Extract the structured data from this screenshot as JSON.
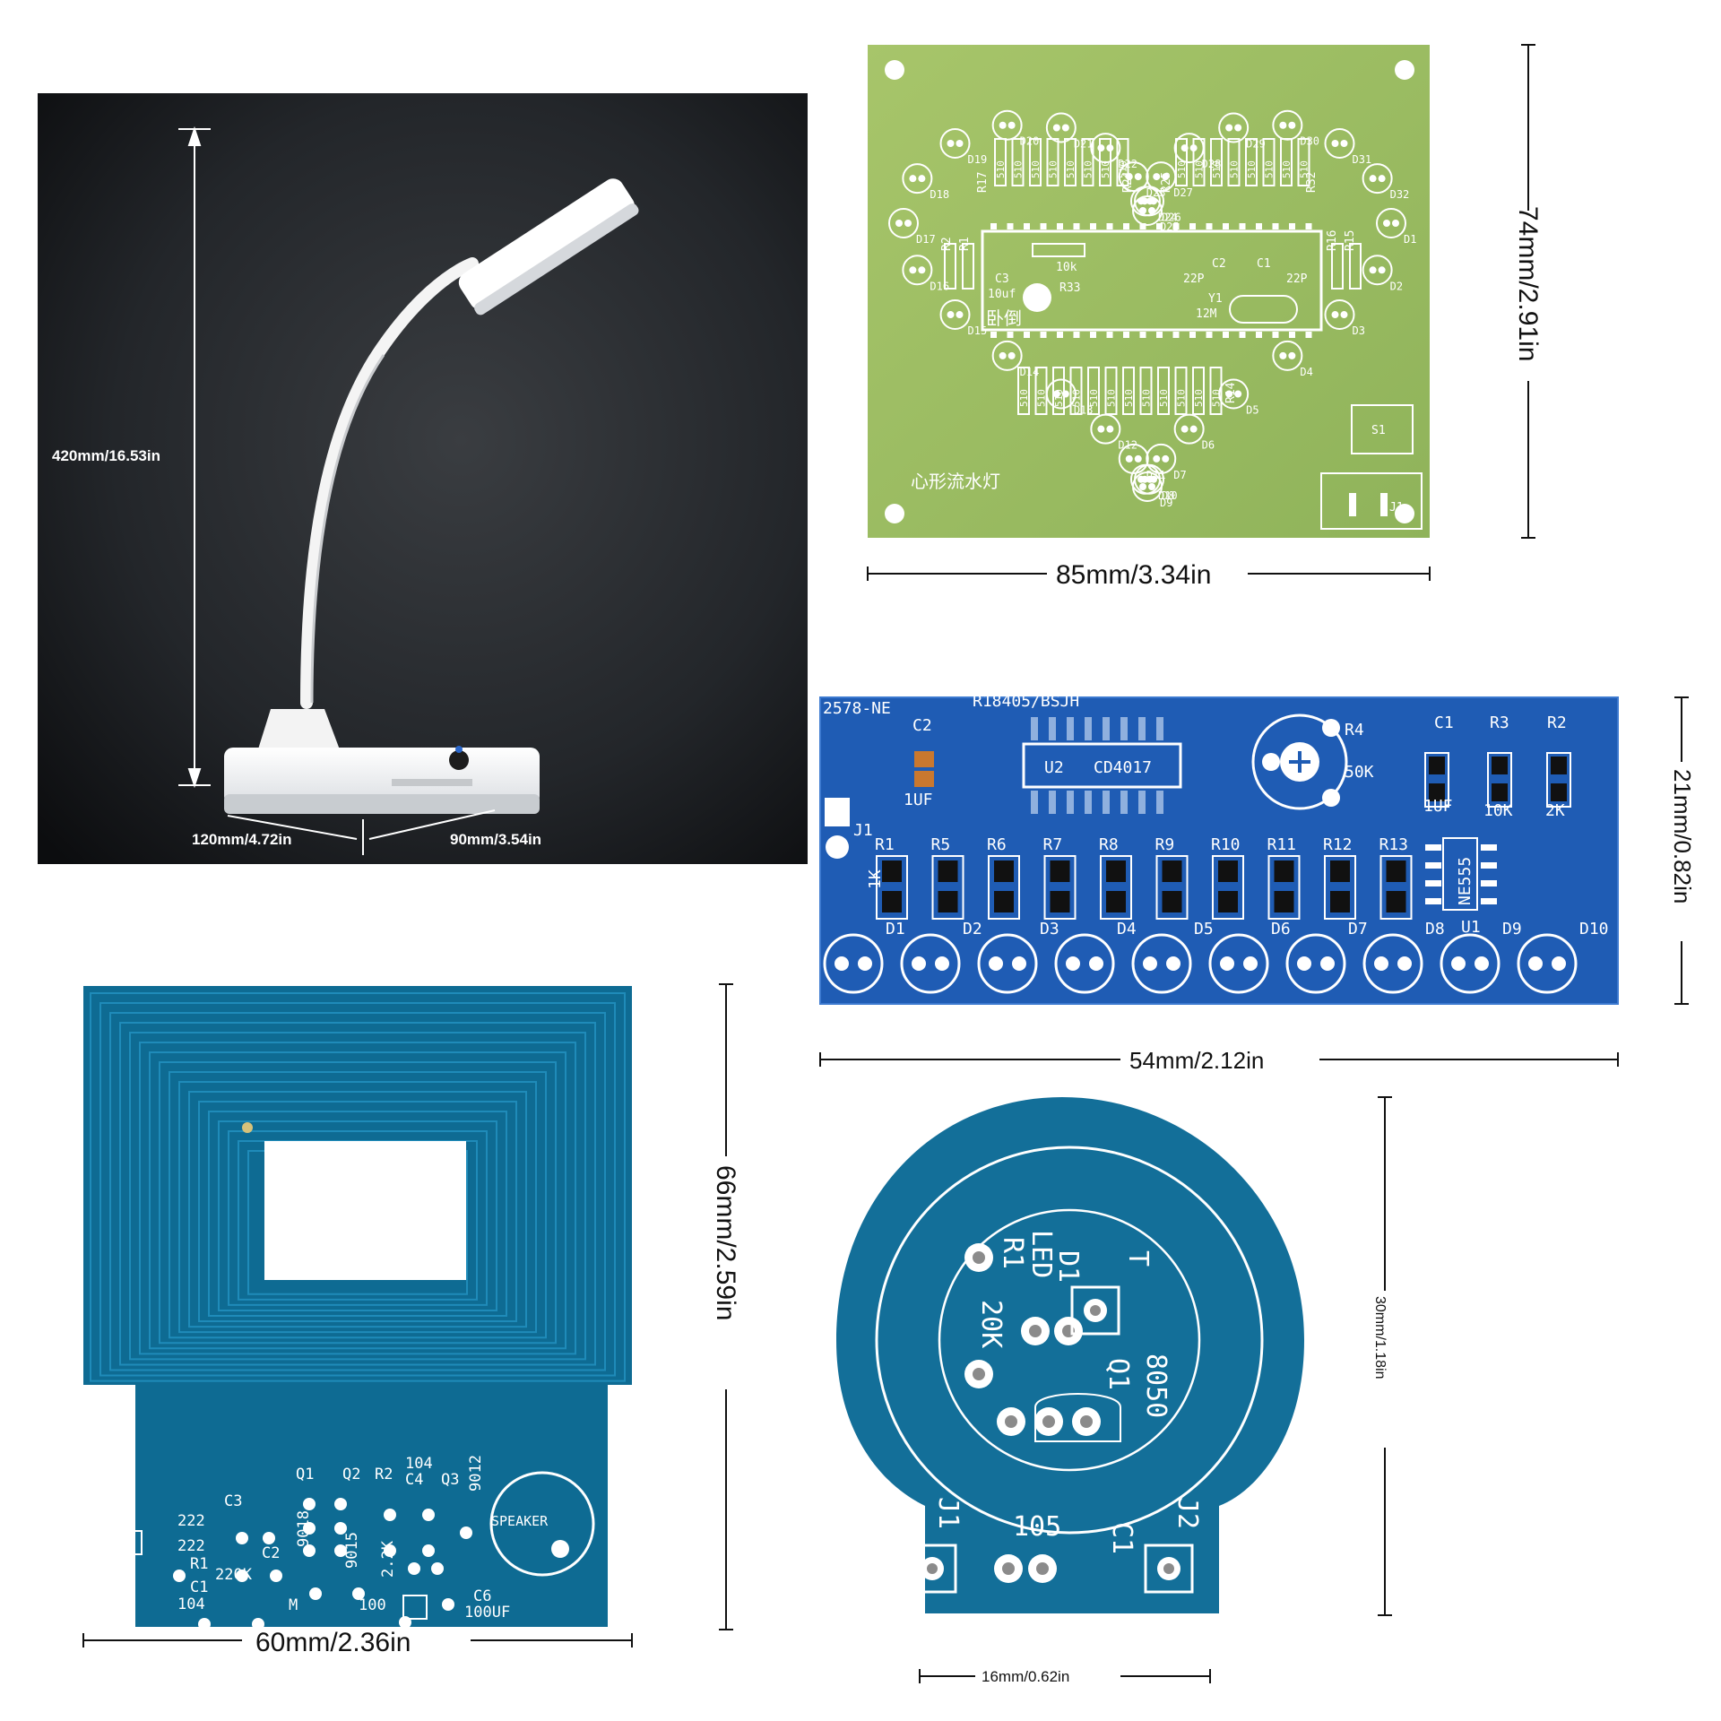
{
  "lamp": {
    "height_label": "420mm/16.53in",
    "depth_label": "120mm/4.72in",
    "width_label": "90mm/3.54in"
  },
  "heart_board": {
    "height_label": "74mm/2.91in",
    "width_label": "85mm/3.34in",
    "title_text": "心形流水灯",
    "flip_text": "卧倒",
    "diode_labels": [
      "D1",
      "D2",
      "D3",
      "D4",
      "D5",
      "D6",
      "D7",
      "D8",
      "D9",
      "D10",
      "D11",
      "D12",
      "D13",
      "D14",
      "D15",
      "D16",
      "D17",
      "D18",
      "D19",
      "D20",
      "D21",
      "D22",
      "D23",
      "D24",
      "D25",
      "D26",
      "D27",
      "D28",
      "D29",
      "D30",
      "D31",
      "D32"
    ],
    "labels": {
      "r17": "R17",
      "r24": "R24",
      "r25": "R25",
      "r32": "R32",
      "r2": "R2",
      "r1": "R1",
      "r16": "R16",
      "r15": "R15",
      "r14": "R14",
      "r33": "R33",
      "r33_val": "10k",
      "c3": "C3",
      "c3_val": "10uf",
      "c2": "C2",
      "c1": "C1",
      "c_val": "22P",
      "y1": "Y1",
      "y1_val": "12M",
      "s1": "S1",
      "j1": "J1",
      "res_val": "510"
    }
  },
  "led_bar_board": {
    "height_label": "21mm/0.82in",
    "width_label": "54mm/2.12in",
    "top_left_text": "2578-NE",
    "top_text": "R18405/BSJH",
    "u2": "U2",
    "chip": "CD4017",
    "r4": "R4",
    "r4_val": "50K",
    "c2": "C2",
    "c2_val": "1UF",
    "c1": "C1",
    "c1_val": "1UF",
    "r3": "R3",
    "r3_val": "10K",
    "r2": "R2",
    "r2_val": "2K",
    "j1": "J1",
    "r1_val": "1K",
    "u1": "U1",
    "ne555": "NE555",
    "resistors": [
      "R1",
      "R5",
      "R6",
      "R7",
      "R8",
      "R9",
      "R10",
      "R11",
      "R12",
      "R13"
    ],
    "diodes": [
      "D1",
      "D2",
      "D3",
      "D4",
      "D5",
      "D6",
      "D7",
      "D8",
      "D9",
      "D10"
    ]
  },
  "coil_board": {
    "height_label": "66mm/2.59in",
    "width_label": "60mm/2.36in",
    "labels": {
      "c3": "C3",
      "c3_val": "222",
      "c2": "C2",
      "c2_val": "222",
      "r1": "R1",
      "r1_val": "220K",
      "c1": "C1",
      "c1_val": "104",
      "q1": "Q1",
      "q1_val": "9018",
      "q2": "Q2",
      "q2_val": "9015",
      "r2": "R2",
      "r2_val": "2.2K",
      "c4": "C4",
      "c4_val": "104",
      "q3": "Q3",
      "q3_val": "9012",
      "c6": "C6",
      "c6_val": "100UF",
      "r3_val": "100",
      "speaker": "SPEAKER",
      "m": "M"
    }
  },
  "round_board": {
    "height_label": "30mm/1.18in",
    "width_label": "16mm/0.62in",
    "labels": {
      "r1": "R1",
      "r1_val": "20K",
      "d1": "D1",
      "led": "LED",
      "t": "T",
      "q1": "Q1",
      "q1_val": "8050",
      "j1": "J1",
      "j2": "J2",
      "c1": "C1",
      "c1_val": "105"
    }
  }
}
